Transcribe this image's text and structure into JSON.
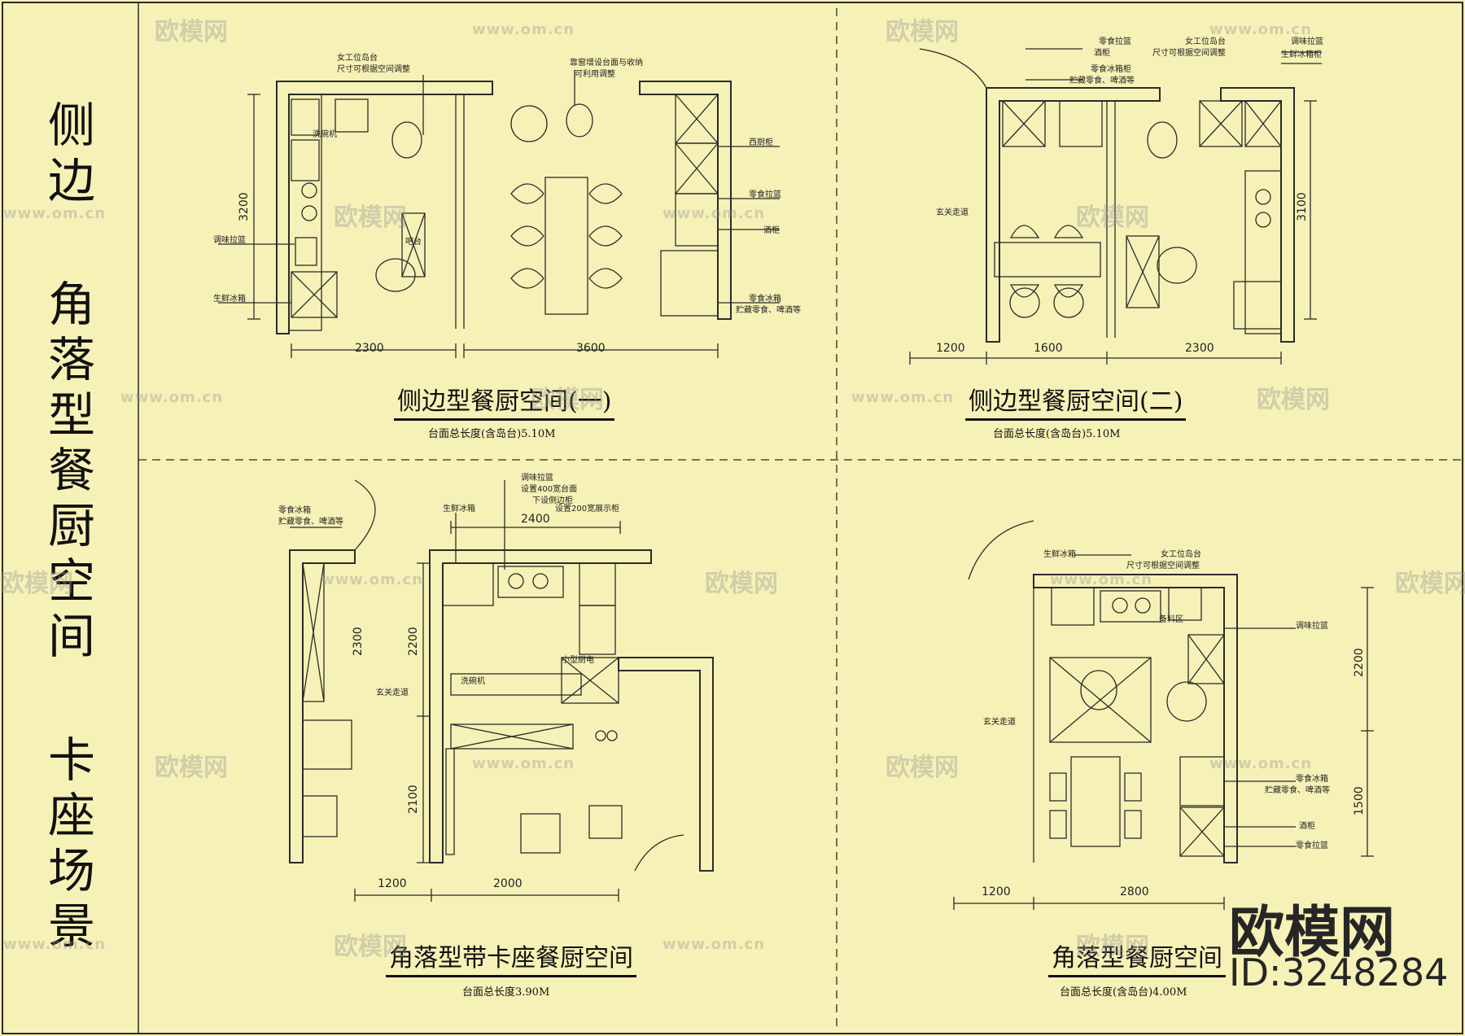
{
  "side_title_1": "侧边",
  "side_title_2": "角落型餐厨空间",
  "side_title_3": "卡座场景",
  "plans": [
    {
      "title": "侧边型餐厨空间(一)",
      "subtitle": "台面总长度(含岛台)5.10M",
      "dims": [
        "2300",
        "3600",
        "3200"
      ],
      "labels": [
        "女工位岛台",
        "尺寸可根据空间调整",
        "靠窗增设台面与收纳",
        "可利用调整",
        "西厨柜",
        "零食拉篮",
        "酒柜",
        "调味拉篮",
        "生鲜冰箱",
        "零食冰箱",
        "贮藏零食、啤酒等",
        "洗碗机",
        "吧台"
      ]
    },
    {
      "title": "侧边型餐厨空间(二)",
      "subtitle": "台面总长度(含岛台)5.10M",
      "dims": [
        "1200",
        "1600",
        "2300",
        "3100"
      ],
      "labels": [
        "零食拉篮",
        "酒柜",
        "零食冰箱柜",
        "贮藏零食、啤酒等",
        "女工位岛台",
        "尺寸可根据空间调整",
        "调味拉篮",
        "生鲜冰箱柜",
        "玄关走道"
      ]
    },
    {
      "title": "角落型带卡座餐厨空间",
      "subtitle": "台面总长度3.90M",
      "dims": [
        "2400",
        "1200",
        "2000",
        "2200",
        "2100",
        "2300"
      ],
      "labels": [
        "调味拉篮",
        "设置400宽台面",
        "下设侧边柜",
        "设置200宽展示柜",
        "生鲜冰箱",
        "零食冰箱",
        "贮藏零食、啤酒等",
        "洗碗机",
        "小型厨电",
        "玄关走道"
      ]
    },
    {
      "title": "角落型餐厨空间",
      "subtitle": "台面总长度(含岛台)4.00M",
      "dims": [
        "1200",
        "2800",
        "2200",
        "1500"
      ],
      "labels": [
        "生鲜冰箱",
        "女工位岛台",
        "尺寸可根据空间调整",
        "调味拉篮",
        "零食冰箱",
        "贮藏零食、啤酒等",
        "酒柜",
        "零食拉篮",
        "备料区",
        "玄关走道"
      ]
    }
  ],
  "watermark": {
    "brand": "欧模网",
    "url": "www.om.cn"
  },
  "brand_logo": "欧模网",
  "brand_id": "ID:3248284",
  "colors": {
    "paper": "#f6f1b6",
    "line": "#2b2b2b",
    "title": "#111111"
  }
}
